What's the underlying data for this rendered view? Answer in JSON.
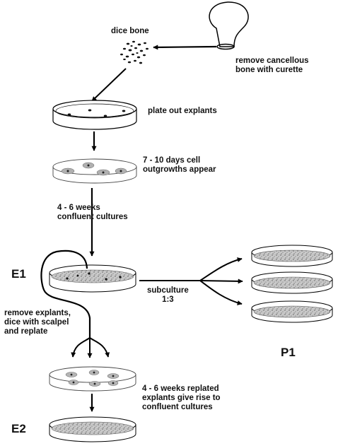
{
  "labels": {
    "dice_bone": "dice bone",
    "remove_cancellous": "remove cancellous\nbone with curette",
    "plate_out": "plate out explants",
    "outgrowths": "7 - 10 days cell\noutgrowths appear",
    "confluent": "4 - 6 weeks\nconfluent cultures",
    "e1": "E1",
    "subculture": "subculture\n1:3",
    "remove_explants": "remove explants,\ndice with scalpel\nand replate",
    "p1": "P1",
    "replated": "4 - 6 weeks replated\nexplants give rise to\nconfluent cultures",
    "e2": "E2"
  }
}
